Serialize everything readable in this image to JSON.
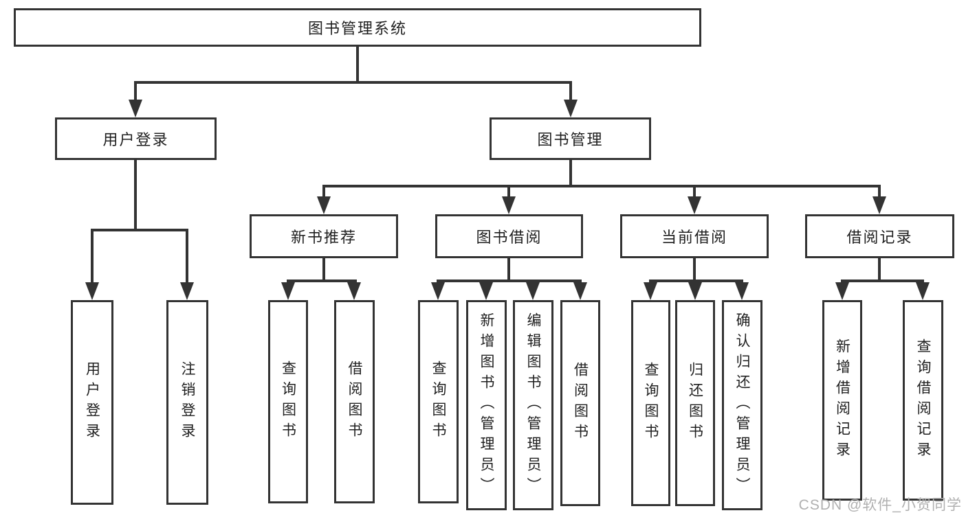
{
  "tree": {
    "label": "图书管理系统",
    "children": [
      {
        "label": "用户登录",
        "children": [
          {
            "label": "用户登录"
          },
          {
            "label": "注销登录"
          }
        ]
      },
      {
        "label": "图书管理",
        "children": [
          {
            "label": "新书推荐",
            "children": [
              {
                "label": "查询图书"
              },
              {
                "label": "借阅图书"
              }
            ]
          },
          {
            "label": "图书借阅",
            "children": [
              {
                "label": "查询图书"
              },
              {
                "label": "新增图书（管理员）"
              },
              {
                "label": "编辑图书（管理员）"
              },
              {
                "label": "借阅图书"
              }
            ]
          },
          {
            "label": "当前借阅",
            "children": [
              {
                "label": "查询图书"
              },
              {
                "label": "归还图书"
              },
              {
                "label": "确认归还（管理员）"
              }
            ]
          },
          {
            "label": "借阅记录",
            "children": [
              {
                "label": "新增借阅记录"
              },
              {
                "label": "查询借阅记录"
              }
            ]
          }
        ]
      }
    ]
  },
  "watermark": {
    "text": "CSDN @软件_小贺同学"
  },
  "colors": {
    "line": "#333333",
    "text": "#1f1f1f",
    "watermark": "#b0b0b0",
    "background": "#ffffff"
  }
}
